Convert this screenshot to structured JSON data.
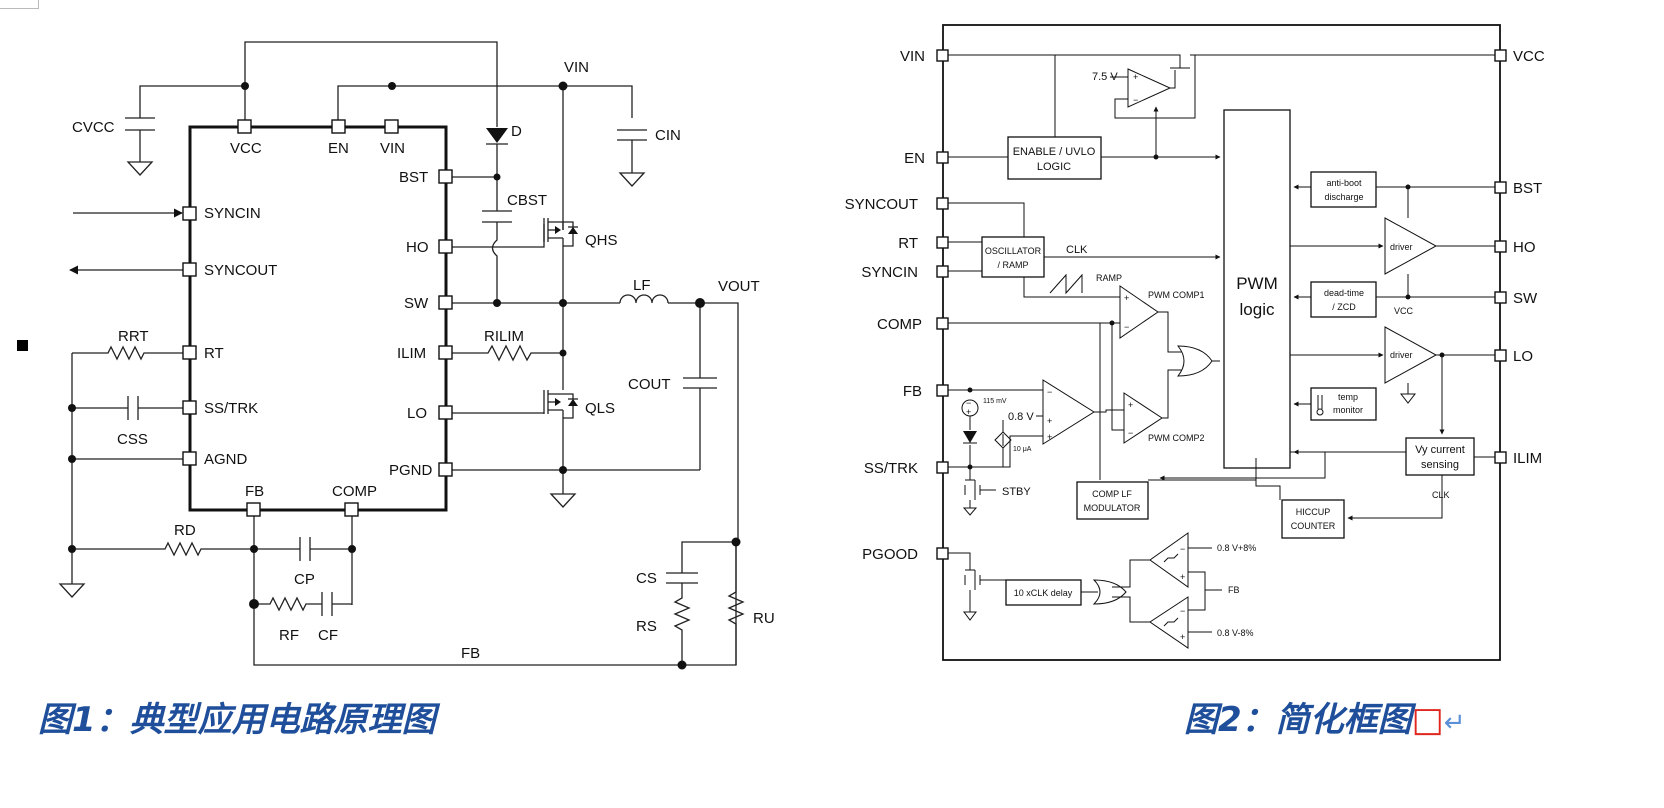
{
  "fig1": {
    "caption": "图1：典型应用电路原理图",
    "labels": {
      "vin": "VIN",
      "cvcc": "CVCC",
      "vcc_pin": "VCC",
      "en_pin": "EN",
      "vin_pin": "VIN",
      "d": "D",
      "cin": "CIN",
      "bst": "BST",
      "cbst": "CBST",
      "ho": "HO",
      "qhs": "QHS",
      "syncin": "SYNCIN",
      "syncout": "SYNCOUT",
      "sw": "SW",
      "lf": "LF",
      "vout": "VOUT",
      "rrt": "RRT",
      "rt": "RT",
      "ilim": "ILIM",
      "rilim": "RILIM",
      "cout": "COUT",
      "css": "CSS",
      "ss_trk": "SS/TRK",
      "lo": "LO",
      "qls": "QLS",
      "agnd": "AGND",
      "pgnd": "PGND",
      "fb": "FB",
      "comp": "COMP",
      "rd": "RD",
      "cp": "CP",
      "rf": "RF",
      "cf": "CF",
      "cs": "CS",
      "rs": "RS",
      "ru": "RU",
      "fb_net": "FB"
    }
  },
  "fig2": {
    "caption": "图2：简化框图",
    "caption_cursor": "□",
    "caption_return": "↵",
    "left_pins": [
      "VIN",
      "EN",
      "SYNCOUT",
      "RT",
      "SYNCIN",
      "COMP",
      "FB",
      "SS/TRK",
      "PGOOD"
    ],
    "right_pins": [
      "VCC",
      "BST",
      "HO",
      "SW",
      "LO",
      "ILIM"
    ],
    "blocks": {
      "enable_uvlo": [
        "ENABLE / UVLO",
        "LOGIC"
      ],
      "oscillator": [
        "OSCILLATOR",
        "/ RAMP"
      ],
      "pwm_logic": [
        "PWM",
        "logic"
      ],
      "anti_boot": [
        "anti-boot",
        "discharge"
      ],
      "dead_time": [
        "dead-time",
        "/ ZCD"
      ],
      "temp_monitor": [
        "temp",
        "monitor"
      ],
      "driver_hi": "driver",
      "driver_lo": "driver",
      "vy_current": [
        "Vy current",
        "sensing"
      ],
      "comp_lf": [
        "COMP LF",
        "MODULATOR"
      ],
      "hiccup": [
        "HICCUP",
        "COUNTER"
      ],
      "delay": "10 xCLK delay"
    },
    "labels": {
      "v75": "7.5 V",
      "clk": "CLK",
      "ramp": "RAMP",
      "pwm_comp1": "PWM COMP1",
      "pwm_comp2": "PWM COMP2",
      "mv115": "115 mV",
      "v08": "0.8 V",
      "ua10": "10 μA",
      "stby": "STBY",
      "vcc_small": "VCC",
      "clk2": "CLK",
      "pg_hi": "0.8 V+8%",
      "pg_lo": "0.8 V-8%",
      "fb_small": "FB"
    }
  }
}
